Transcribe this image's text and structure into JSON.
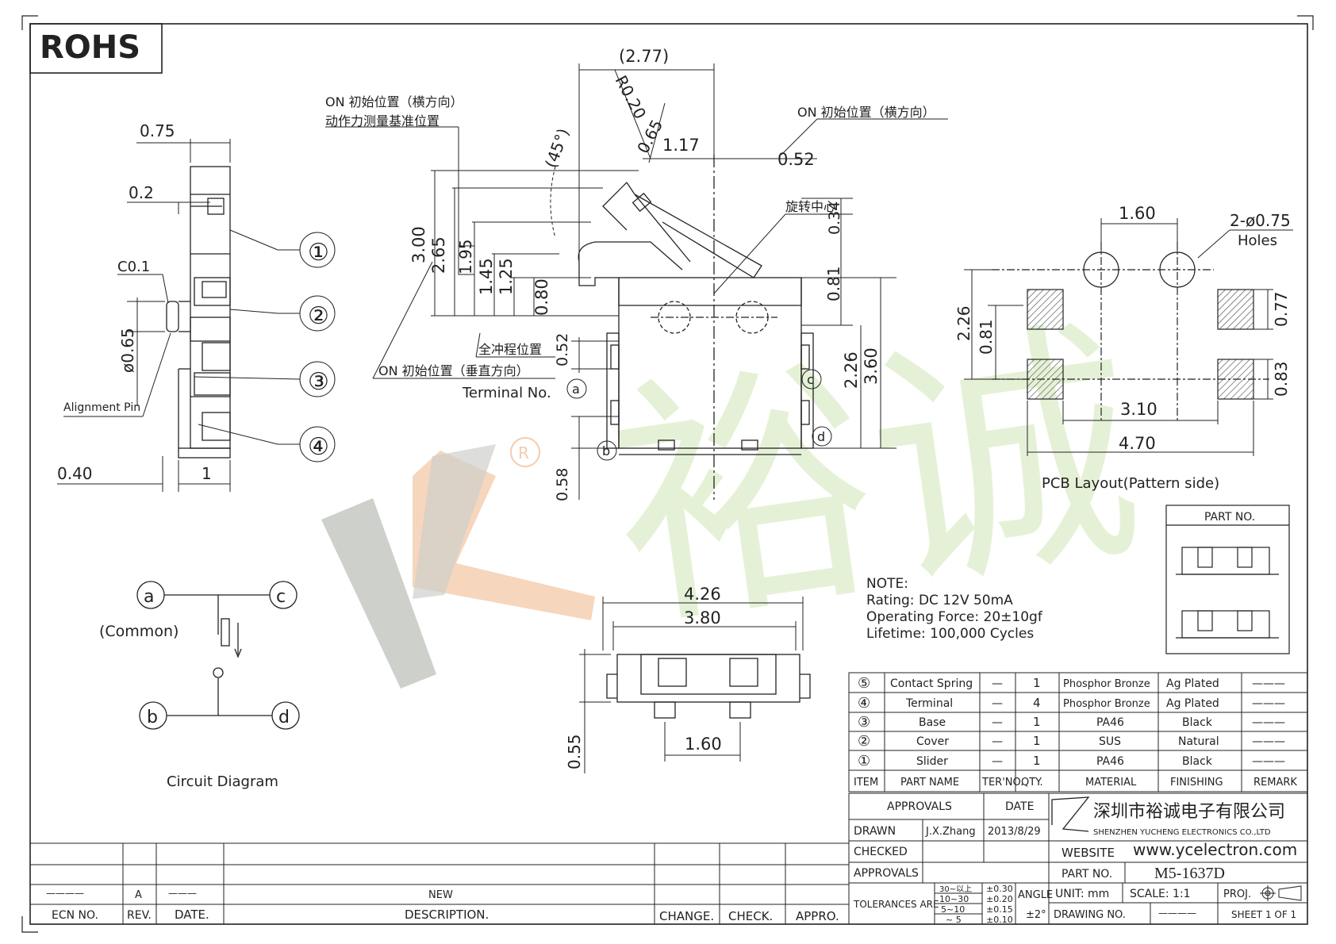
{
  "rohs": "ROHS",
  "side_view": {
    "dims": [
      "0.75",
      "0.2",
      "C0.1",
      "ø0.65",
      "0.40",
      "1"
    ],
    "alignment_pin": "Alignment Pin",
    "callouts": [
      "①",
      "②",
      "③",
      "④"
    ]
  },
  "main_view": {
    "dims": {
      "d277": "(2.77)",
      "r020": "R0.20",
      "d065": "0.65",
      "d117": "1.17",
      "d052a": "0.52",
      "a45": "(45°)",
      "d300": "3.00",
      "d265": "2.65",
      "d195": "1.95",
      "d145": "1.45",
      "d125": "1.25",
      "d080": "0.80",
      "d034": "0.34",
      "d081": "0.81",
      "d226": "2.26",
      "d360": "3.60",
      "d052b": "0.52",
      "d058": "0.58"
    },
    "ann_on_initial_h_1": "ON 初始位置（横方向）",
    "ann_force_ref": "动作力测量基准位置",
    "ann_on_initial_h_2": "ON 初始位置（横方向）",
    "ann_rotation_center": "旋转中心",
    "ann_full_stroke": "全冲程位置",
    "ann_on_initial_v": "ON 初始位置（垂直方向）",
    "terminal_no": "Terminal No.",
    "terminals": [
      "a",
      "b",
      "c",
      "d"
    ]
  },
  "pcb": {
    "dims": [
      "1.60",
      "2-ø0.75",
      "Holes",
      "2.26",
      "0.81",
      "0.77",
      "0.83",
      "3.10",
      "4.70"
    ],
    "caption": "PCB Layout(Pattern side)"
  },
  "part_no_box": {
    "title": "PART NO."
  },
  "bottom_view": {
    "dims": [
      "4.26",
      "3.80",
      "0.55",
      "1.60"
    ]
  },
  "circuit": {
    "common": "(Common)",
    "caption": "Circuit Diagram",
    "terminals": [
      "a",
      "b",
      "c",
      "d"
    ]
  },
  "note": {
    "title": "NOTE:",
    "lines": [
      "Rating: DC 12V 50mA",
      "Operating Force: 20±10gf",
      "Lifetime:    100,000 Cycles"
    ]
  },
  "bom": {
    "headers": [
      "ITEM",
      "PART NAME",
      "TER'NO.",
      "QTY.",
      "MATERIAL",
      "FINISHING",
      "REMARK"
    ],
    "rows": [
      {
        "item": "⑤",
        "name": "Contact Spring",
        "ter": "—",
        "qty": "1",
        "material": "Phosphor Bronze",
        "finishing": "Ag Plated",
        "remark": "———"
      },
      {
        "item": "④",
        "name": "Terminal",
        "ter": "—",
        "qty": "4",
        "material": "Phosphor Bronze",
        "finishing": "Ag Plated",
        "remark": "———"
      },
      {
        "item": "③",
        "name": "Base",
        "ter": "—",
        "qty": "1",
        "material": "PA46",
        "finishing": "Black",
        "remark": "———"
      },
      {
        "item": "②",
        "name": "Cover",
        "ter": "—",
        "qty": "1",
        "material": "SUS",
        "finishing": "Natural",
        "remark": "———"
      },
      {
        "item": "①",
        "name": "Slider",
        "ter": "—",
        "qty": "1",
        "material": "PA46",
        "finishing": "Black",
        "remark": "———"
      }
    ]
  },
  "title_block": {
    "approvals_h": "APPROVALS",
    "date_h": "DATE",
    "drawn": "DRAWN",
    "drawn_by": "J.X.Zhang",
    "drawn_date": "2013/8/29",
    "checked": "CHECKED",
    "approvals": "APPROVALS",
    "company_cn": "深圳市裕诚电子有限公司",
    "company_en": "SHENZHEN YUCHENG ELECTRONICS CO.,LTD",
    "website_label": "WEBSITE",
    "website": "www.ycelectron.com",
    "part_no_label": "PART NO.",
    "part_no": "M5-1637D",
    "tolerances_label": "TOLERANCES ARE",
    "tol_ranges": [
      "30~以上",
      "10~30",
      "5~10",
      "~ 5"
    ],
    "tol_values": [
      "±0.30",
      "±0.20",
      "±0.15",
      "±0.10"
    ],
    "angle_label": "ANGLE",
    "angle_value": "±2°",
    "unit": "UNIT:  mm",
    "scale": "SCALE:   1:1",
    "proj": "PROJ.",
    "drawing_no": "DRAWING NO.",
    "drawing_no_value": "————",
    "sheet": "SHEET   1  OF  1"
  },
  "revision": {
    "ecn_no": "ECN NO.",
    "rev": "REV.",
    "date": "DATE.",
    "description": "DESCRIPTION.",
    "change": "CHANGE.",
    "check": "CHECK.",
    "appro": "APPRO.",
    "row_ecn": "————",
    "row_rev": "A",
    "row_date": "———",
    "row_desc": "NEW"
  },
  "watermark": {
    "text": "裕诚",
    "registered": "R"
  },
  "colors": {
    "line": "#222222",
    "watermark_green": "#e3f0d2",
    "watermark_orange": "#f3c7a3",
    "watermark_gray": "#c9cbc6"
  }
}
